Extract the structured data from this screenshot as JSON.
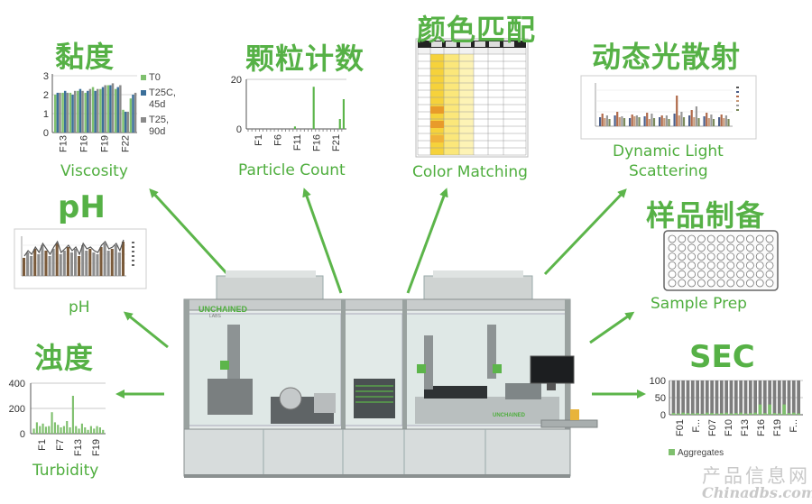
{
  "labels": {
    "viscosity_cn": "黏度",
    "viscosity_en": "Viscosity",
    "particle_cn": "颗粒计数",
    "particle_en": "Particle Count",
    "color_cn": "颜色匹配",
    "color_en": "Color Matching",
    "dls_cn": "动态光散射",
    "dls_en_1": "Dynamic Light",
    "dls_en_2": "Scattering",
    "ph_title": "pH",
    "ph_en": "pH",
    "sample_cn": "样品制备",
    "sample_en": "Sample Prep",
    "turbidity_cn": "浊度",
    "turbidity_en": "Turbidity",
    "sec_title": "SEC",
    "machine_brand": "UNCHAINED",
    "machine_sub": "LABS",
    "machine_brand_2": "UNCHAINED",
    "watermark_cn": "产品信息网",
    "watermark_en": "Chinadbs.com"
  },
  "colors": {
    "accent_green": "#56b146",
    "arrow_green": "#5cb54a",
    "bar_blue": "#3b6f9a",
    "bar_green": "#7fc06e",
    "bar_gray": "#8a8a8a"
  },
  "chart_data": [
    {
      "type": "bar",
      "name": "viscosity",
      "x": [
        "F13",
        "F16",
        "F19",
        "F22"
      ],
      "yticks": [
        "0",
        "1",
        "2",
        "3"
      ],
      "ylim": [
        0,
        3
      ],
      "legend": [
        "T0",
        "T25C, 45d",
        "T25, 90d"
      ],
      "series": [
        {
          "name": "T0",
          "values": [
            2.0,
            2.1,
            2.1,
            2.2,
            2.1,
            2.4,
            2.3,
            2.5,
            2.3,
            1.2,
            1.8
          ]
        },
        {
          "name": "T25C, 45d",
          "values": [
            2.1,
            2.2,
            2.0,
            2.3,
            2.2,
            2.2,
            2.4,
            2.5,
            2.4,
            1.1,
            2.0
          ]
        },
        {
          "name": "T25, 90d",
          "values": [
            2.1,
            2.1,
            2.2,
            2.2,
            2.3,
            2.3,
            2.5,
            2.6,
            2.5,
            1.1,
            2.1
          ]
        }
      ]
    },
    {
      "type": "bar",
      "name": "particle_count",
      "x": [
        "F1",
        "F6",
        "F11",
        "F16",
        "F21"
      ],
      "yticks": [
        "0",
        "20"
      ],
      "ylim": [
        0,
        20
      ],
      "values": [
        0,
        0,
        0,
        0,
        0,
        0,
        0,
        0,
        0,
        0,
        0,
        0,
        1,
        0,
        0,
        0,
        0,
        17,
        0,
        0,
        0,
        0,
        0,
        0,
        4,
        12
      ]
    },
    {
      "type": "bar",
      "name": "turbidity",
      "x": [
        "F1",
        "F7",
        "F13",
        "F19"
      ],
      "yticks": [
        "0",
        "200",
        "400"
      ],
      "ylim": [
        0,
        400
      ],
      "values": [
        40,
        90,
        60,
        80,
        55,
        60,
        170,
        90,
        70,
        50,
        60,
        100,
        50,
        300,
        60,
        40,
        80,
        50,
        30,
        60,
        40,
        60,
        50,
        30
      ]
    },
    {
      "type": "bar",
      "name": "sec",
      "x": [
        "F01",
        "F...",
        "F07",
        "F10",
        "F13",
        "F16",
        "F19",
        "F..."
      ],
      "yticks": [
        "0",
        "50",
        "100"
      ],
      "ylim": [
        0,
        100
      ],
      "legend": [
        "Aggregates"
      ],
      "values": [
        5,
        4,
        6,
        5,
        4,
        5,
        3,
        6,
        5,
        4,
        5,
        6,
        4,
        5,
        6,
        4,
        5,
        6,
        30,
        5,
        30,
        5,
        4,
        30,
        5,
        6,
        4
      ]
    }
  ]
}
